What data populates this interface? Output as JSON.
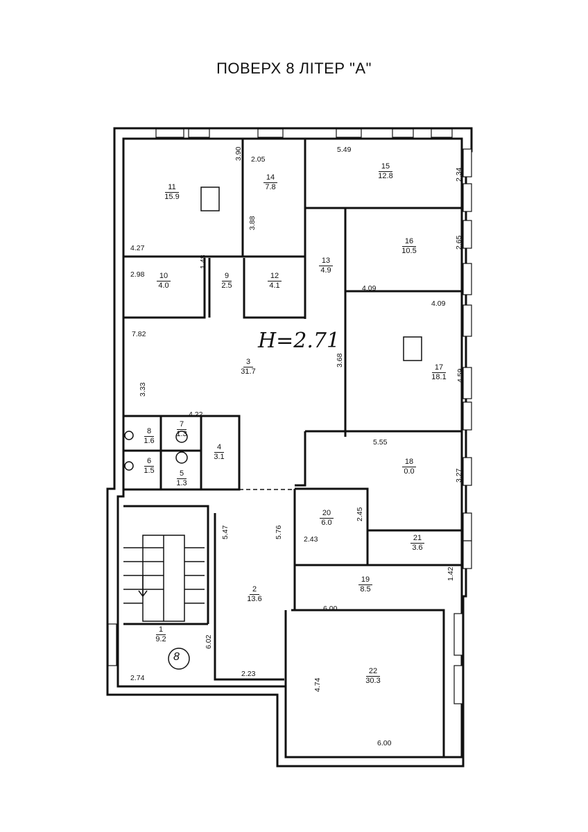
{
  "title": "ПОВЕРХ 8 ЛІТЕР  \"А\"",
  "height_note": "H=2.71",
  "rooms": [
    {
      "id": "1",
      "area": "9.2"
    },
    {
      "id": "2",
      "area": "13.6"
    },
    {
      "id": "3",
      "area": "31.7"
    },
    {
      "id": "4",
      "area": "3.1"
    },
    {
      "id": "5",
      "area": "1.3"
    },
    {
      "id": "6",
      "area": "1.5"
    },
    {
      "id": "7",
      "area": "1.3"
    },
    {
      "id": "8",
      "area": "1.6"
    },
    {
      "id": "9",
      "area": "2.5"
    },
    {
      "id": "10",
      "area": "4.0"
    },
    {
      "id": "11",
      "area": "15.9"
    },
    {
      "id": "12",
      "area": "4.1"
    },
    {
      "id": "13",
      "area": "4.9"
    },
    {
      "id": "14",
      "area": "7.8"
    },
    {
      "id": "15",
      "area": "12.8"
    },
    {
      "id": "16",
      "area": "10.5"
    },
    {
      "id": "17",
      "area": "18.1"
    },
    {
      "id": "18",
      "area": "0.0"
    },
    {
      "id": "19",
      "area": "8.5"
    },
    {
      "id": "20",
      "area": "6.0"
    },
    {
      "id": "21",
      "area": "3.6"
    },
    {
      "id": "22",
      "area": "30.3"
    }
  ],
  "dimensions": [
    "3.90",
    "2.05",
    "5.49",
    "2.34",
    "4.27",
    "3.88",
    "2.98",
    "1.48",
    "2.65",
    "4.09",
    "4.09",
    "7.82",
    "3.68",
    "3.33",
    "4.59",
    "4.22",
    "5.55",
    "3.27",
    "5.47",
    "5.76",
    "2.45",
    "2.43",
    "1.42",
    "6.00",
    "6.02",
    "2.23",
    "2.74",
    "4.74",
    "6.00"
  ],
  "stamp_text": "8"
}
